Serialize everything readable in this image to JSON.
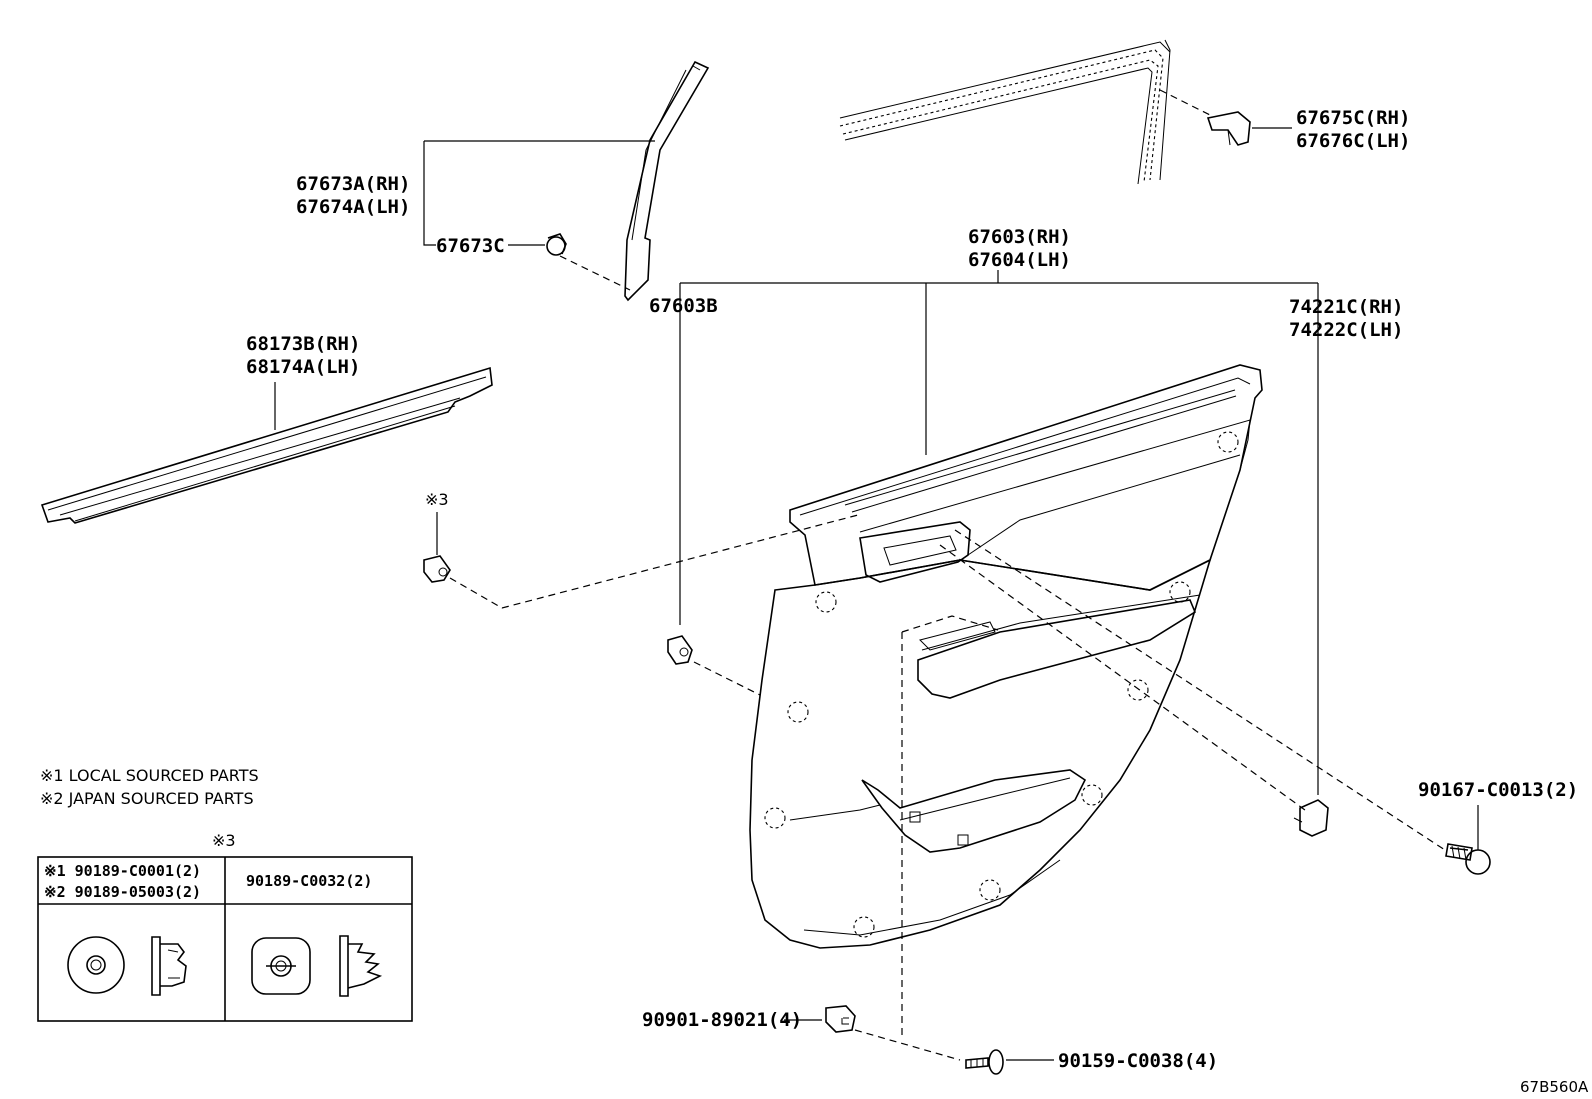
{
  "labels": {
    "p67675C_rh": "67675C(RH)",
    "p67676C_lh": "67676C(LH)",
    "p67673A_rh": "67673A(RH)",
    "p67674A_lh": "67674A(LH)",
    "p67673C": "67673C",
    "p67603_rh": "67603(RH)",
    "p67604_lh": "67604(LH)",
    "p67603B": "67603B",
    "p74221C_rh": "74221C(RH)",
    "p74222C_lh": "74222C(LH)",
    "p68173B_rh": "68173B(RH)",
    "p68174A_lh": "68174A(LH)",
    "mark3": "※3",
    "p90167": "90167-C0013(2)",
    "p90901": "90901-89021(4)",
    "p90159": "90159-C0038(4)"
  },
  "notes": {
    "note1": "※1 LOCAL SOURCED PARTS",
    "note2": "※2 JAPAN SOURCED PARTS"
  },
  "clip_table": {
    "title": "※3",
    "col1_line1": "※1 90189-C0001(2)",
    "col1_line2": "※2 90189-05003(2)",
    "col2_line1": "90189-C0032(2)"
  },
  "reference_code": "67B560A"
}
